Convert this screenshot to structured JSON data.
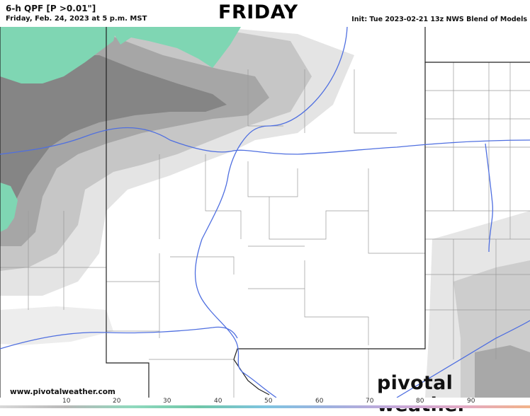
{
  "header": {
    "product": "6-h QPF [P >0.01\"]",
    "valid": "Friday, Feb. 24, 2023 at 5 p.m. MST",
    "day_label": "FRIDAY",
    "init": "Init: Tue 2023-02-21 13z NWS Blend of Models"
  },
  "watermark": {
    "url": "www.pivotalweather.com",
    "brand": "pivotal weather"
  },
  "colorbar": {
    "ticks": [
      "10",
      "20",
      "30",
      "40",
      "50",
      "60",
      "70",
      "80",
      "90"
    ],
    "colors": [
      "#d8d8d8",
      "#b8b8b8",
      "#8fd9bd",
      "#6fc6a8",
      "#7ec4e0",
      "#9fb0df",
      "#c7a8d9",
      "#e3a9c4",
      "#f2b48a"
    ]
  },
  "map": {
    "precip_gray_light": "#e2e2e2",
    "precip_gray_mid": "#b9b9b9",
    "precip_gray_dark": "#7d7d7d",
    "precip_green": "#7fd6b3",
    "river_color": "#4f6fe0",
    "border_color": "#222222",
    "county_color": "#9a9a9a"
  }
}
